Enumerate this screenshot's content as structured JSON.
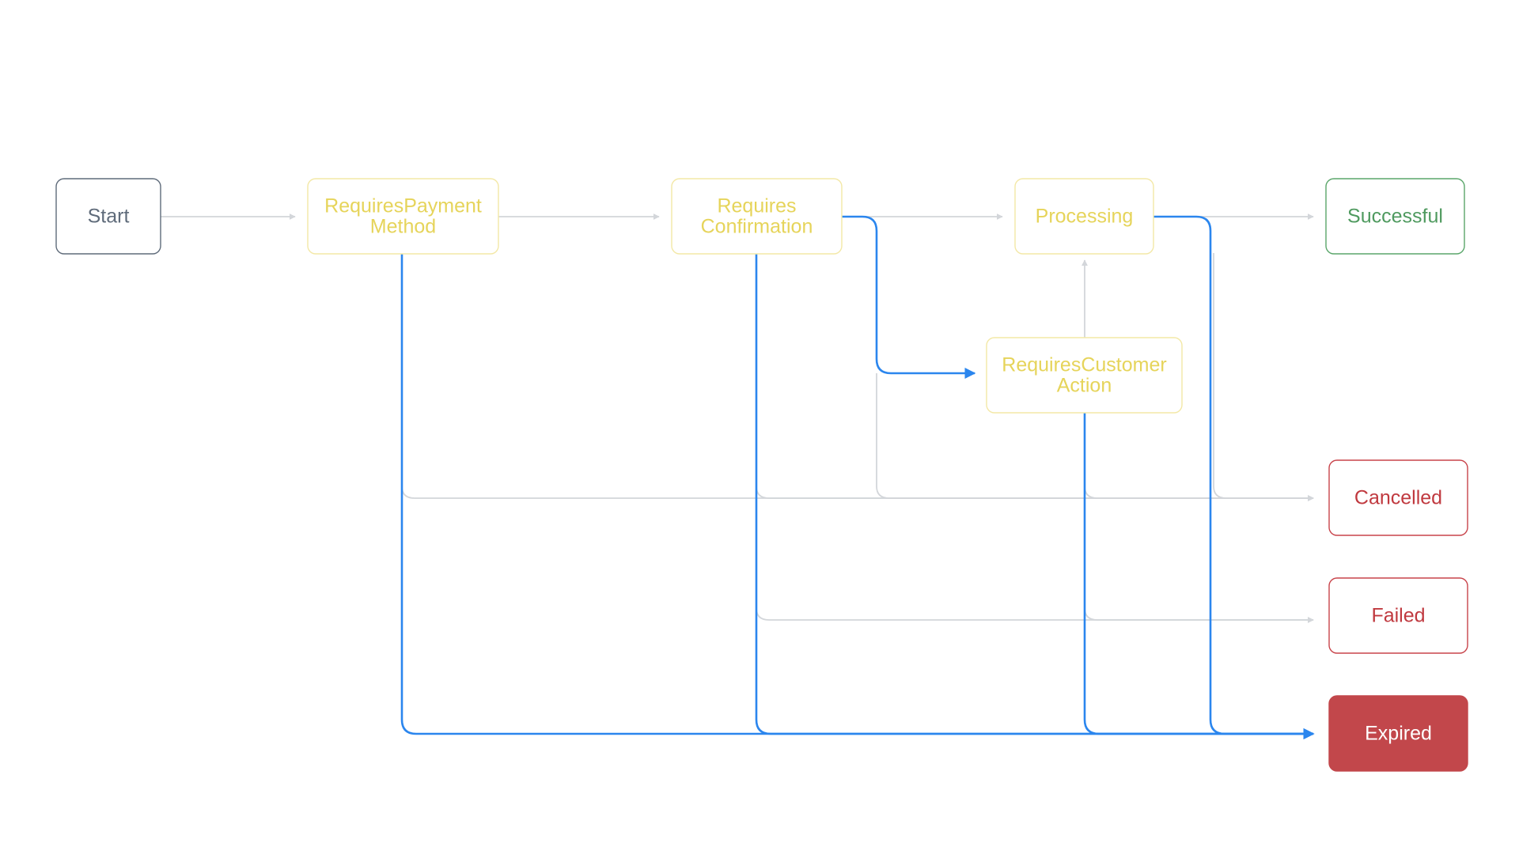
{
  "diagram": {
    "nodes": [
      {
        "id": "start",
        "lines": [
          "Start"
        ],
        "style": "neutral"
      },
      {
        "id": "requires_payment_method",
        "lines": [
          "RequiresPayment",
          "Method"
        ],
        "style": "pending"
      },
      {
        "id": "requires_confirmation",
        "lines": [
          "Requires",
          "Confirmation"
        ],
        "style": "pending"
      },
      {
        "id": "processing",
        "lines": [
          "Processing"
        ],
        "style": "pending"
      },
      {
        "id": "successful",
        "lines": [
          "Successful"
        ],
        "style": "success"
      },
      {
        "id": "requires_customer_action",
        "lines": [
          "RequiresCustomer",
          "Action"
        ],
        "style": "pending"
      },
      {
        "id": "cancelled",
        "lines": [
          "Cancelled"
        ],
        "style": "failure"
      },
      {
        "id": "failed",
        "lines": [
          "Failed"
        ],
        "style": "failure"
      },
      {
        "id": "expired",
        "lines": [
          "Expired"
        ],
        "style": "failure-filled"
      }
    ],
    "edges": [
      {
        "from": "start",
        "to": "requires_payment_method",
        "highlighted": false
      },
      {
        "from": "requires_payment_method",
        "to": "requires_confirmation",
        "highlighted": false
      },
      {
        "from": "requires_confirmation",
        "to": "processing",
        "highlighted": false
      },
      {
        "from": "processing",
        "to": "successful",
        "highlighted": false
      },
      {
        "from": "requires_customer_action",
        "to": "processing",
        "highlighted": false
      },
      {
        "from": "requires_confirmation",
        "to": "requires_customer_action",
        "highlighted": true
      },
      {
        "from": "requires_payment_method",
        "to": "cancelled",
        "highlighted": false
      },
      {
        "from": "requires_confirmation",
        "to": "cancelled",
        "highlighted": false
      },
      {
        "from": "requires_confirmation",
        "to": "cancelled",
        "highlighted": false
      },
      {
        "from": "requires_customer_action",
        "to": "cancelled",
        "highlighted": false
      },
      {
        "from": "processing",
        "to": "cancelled",
        "highlighted": false
      },
      {
        "from": "requires_confirmation",
        "to": "failed",
        "highlighted": false
      },
      {
        "from": "requires_customer_action",
        "to": "failed",
        "highlighted": false
      },
      {
        "from": "requires_payment_method",
        "to": "expired",
        "highlighted": true
      },
      {
        "from": "requires_confirmation",
        "to": "expired",
        "highlighted": true
      },
      {
        "from": "requires_customer_action",
        "to": "expired",
        "highlighted": true
      },
      {
        "from": "processing",
        "to": "expired",
        "highlighted": true
      }
    ]
  },
  "colors": {
    "background": "#ffffff",
    "neutral_border": "#5f6b7a",
    "neutral_text": "#5f6b7a",
    "pending_border": "#f3e8a6",
    "pending_text": "#e6d45a",
    "success_border": "#5aa66a",
    "success_text": "#4f9a5f",
    "failure_border": "#c8434a",
    "failure_text": "#c0393f",
    "failure_fill": "#c2474b",
    "failure_fill_text": "#ffffff",
    "edge": "#d3d6da",
    "edge_highlight": "#2b86ee"
  }
}
